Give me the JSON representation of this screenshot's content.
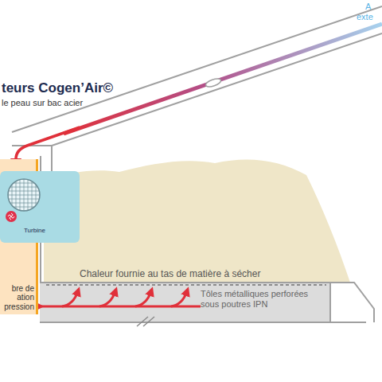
{
  "diagram": {
    "title": "teurs Cogen’Air©",
    "nodes": [
      {
        "text": [
          "bre de ation pression"
        ]
      },
      {
        "text": [
          "Turbine"
        ]
      },
      {
        "text": [
          "Chaleur fournie au tas de matière à sécher",
          "Tôles métalliques perforées sous poutres IPN"
        ]
      }
    ],
    "edges": [
      {
        "from": 1,
        "to": 2,
        "arrow": "to"
      }
    ],
    "labels": [
      "le peau sur bac acier",
      "A",
      "exte"
    ]
  }
}
